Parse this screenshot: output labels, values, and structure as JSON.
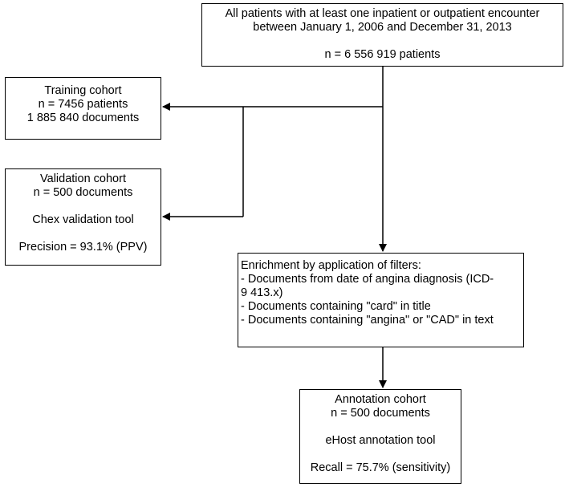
{
  "diagram": {
    "all_patients": {
      "lines": [
        "All patients with at least one inpatient or outpatient encounter",
        "between January 1, 2006 and December 31, 2013",
        "",
        "n = 6 556 919 patients"
      ]
    },
    "training_cohort": {
      "lines": [
        "Training cohort",
        "n = 7456 patients",
        "1 885 840 documents"
      ]
    },
    "validation_cohort": {
      "lines": [
        "Validation cohort",
        "n = 500 documents",
        "",
        "Chex validation tool",
        "",
        "Precision = 93.1% (PPV)"
      ]
    },
    "enrichment": {
      "lines": [
        "Enrichment by application of filters:",
        "- Documents from date of angina diagnosis (ICD-",
        "9 413.x)",
        "- Documents containing \"card\" in title",
        "- Documents containing \"angina\" or \"CAD\" in text"
      ]
    },
    "annotation_cohort": {
      "lines": [
        "Annotation cohort",
        "n = 500 documents",
        "",
        "eHost annotation tool",
        "",
        "Recall = 75.7% (sensitivity)"
      ]
    },
    "colors": {
      "line": "#000000",
      "background": "#ffffff"
    }
  }
}
